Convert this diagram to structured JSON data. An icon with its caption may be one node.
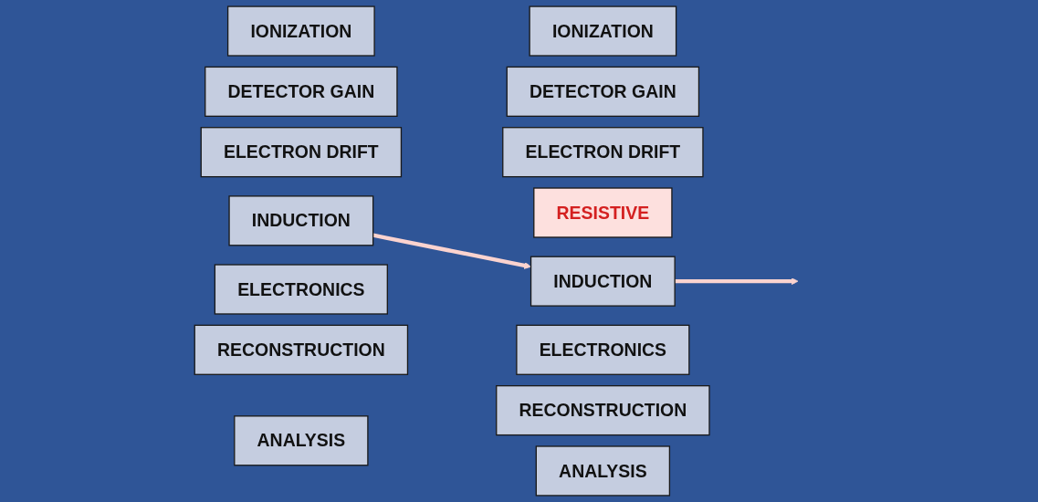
{
  "diagram": {
    "nodes": [
      {
        "text": [
          "IONIZATION"
        ]
      },
      {
        "text": [
          "DETECTOR GAIN"
        ]
      },
      {
        "text": [
          "ELECTRON DRIFT"
        ]
      },
      {
        "text": [
          "INDUCTION"
        ]
      },
      {
        "text": [
          "ELECTRONICS"
        ]
      },
      {
        "text": [
          "RECONSTRUCTION"
        ]
      },
      {
        "text": [
          "ANALYSIS"
        ]
      },
      {
        "text": [
          "IONIZATION"
        ]
      },
      {
        "text": [
          "DETECTOR GAIN"
        ]
      },
      {
        "text": [
          "ELECTRON DRIFT"
        ]
      },
      {
        "text": [
          "RESISTIVE"
        ]
      },
      {
        "text": [
          "INDUCTION"
        ]
      },
      {
        "text": [
          "ELECTRONICS"
        ]
      },
      {
        "text": [
          "RECONSTRUCTION"
        ]
      },
      {
        "text": [
          "ANALYSIS"
        ]
      }
    ],
    "edges": [
      {
        "from": 3,
        "to": 11,
        "arrow": "to"
      },
      {
        "from": 11,
        "to": null,
        "arrow": "to"
      }
    ]
  }
}
